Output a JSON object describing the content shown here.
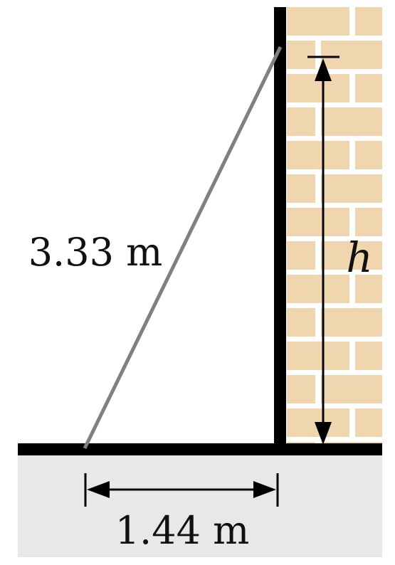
{
  "ladder": {
    "length_label": "3.33 m"
  },
  "base": {
    "distance_label": "1.44 m"
  },
  "height": {
    "label": "h"
  },
  "colors": {
    "brick": "#efd6ae",
    "mortar": "#ffffff",
    "ground": "#e8e8e8",
    "wall_line": "#000000",
    "ladder": "#808080",
    "arrow": "#000000"
  }
}
